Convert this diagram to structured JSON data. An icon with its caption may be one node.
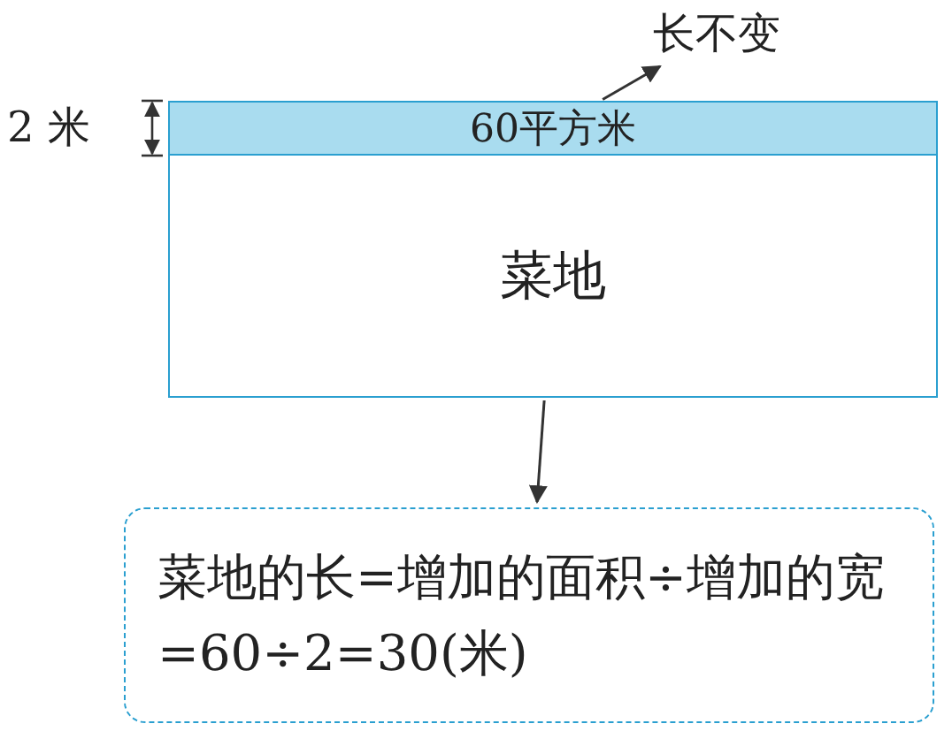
{
  "diagram": {
    "nodes": [
      {
        "text": [
          "60平方米"
        ]
      },
      {
        "text": [
          "菜地"
        ]
      },
      {
        "text": [
          "菜地的长=增加的面积÷增加的宽=60÷2=30(米)"
        ]
      },
      {
        "text": [
          "长不变"
        ]
      }
    ],
    "edges": [
      {
        "from": 1,
        "to": 2,
        "arrow": "to"
      },
      {
        "from": 0,
        "to": 3,
        "arrow": "to"
      }
    ],
    "labels": [
      "2 米"
    ]
  }
}
